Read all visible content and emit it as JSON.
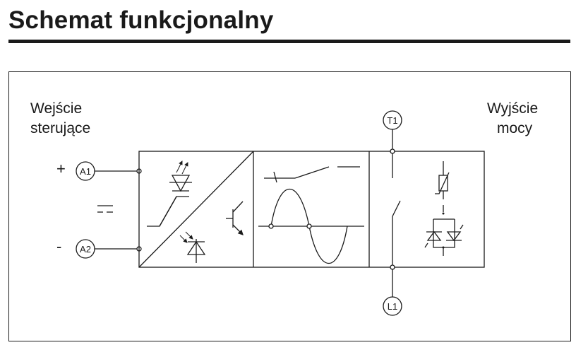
{
  "title": "Schemat funkcjonalny",
  "input_label": {
    "line1": "Wejście",
    "line2": "sterujące"
  },
  "output_label": {
    "line1": "Wyjście",
    "line2": "mocy"
  },
  "terminals": {
    "a1": "A1",
    "a2": "A2",
    "t1": "T1",
    "l1": "L1"
  },
  "polarity": {
    "plus": "+",
    "minus": "-"
  },
  "icons": [
    "led-icon",
    "photodiode-icon",
    "transistor-icon",
    "optocoupler-zener-icon",
    "zero-crossing-sine-icon",
    "varistor-icon",
    "thyristor-pair-icon",
    "contact-switch-icon",
    "dc-symbol-icon"
  ]
}
